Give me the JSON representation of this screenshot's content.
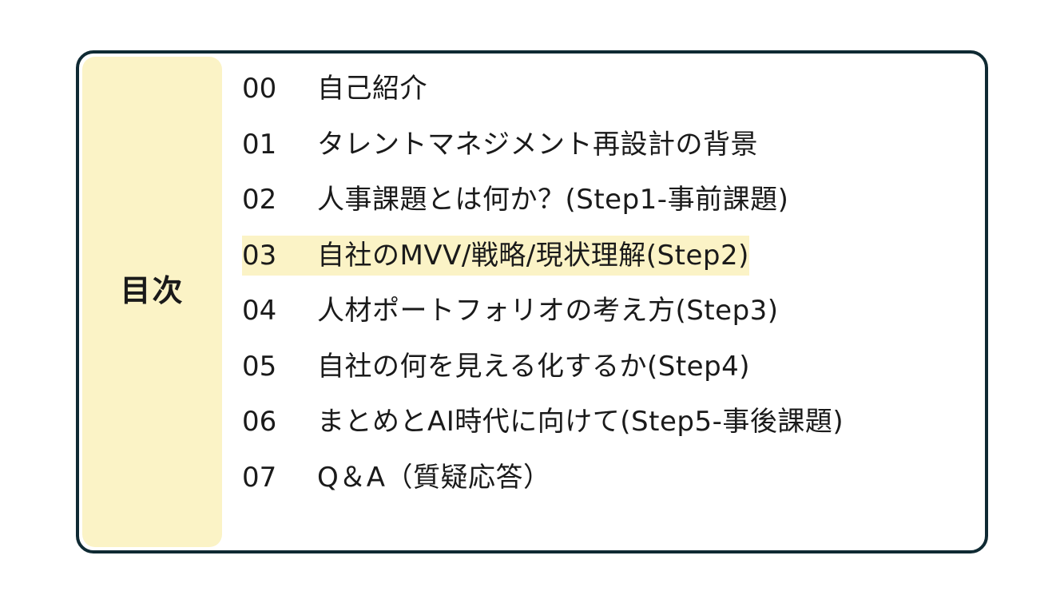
{
  "toc": {
    "heading": "目次",
    "items": [
      {
        "number": "00",
        "label": "自己紹介",
        "highlighted": false
      },
      {
        "number": "01",
        "label": "タレントマネジメント再設計の背景",
        "highlighted": false
      },
      {
        "number": "02",
        "label": "人事課題とは何か？(Step1-事前課題)",
        "highlighted": false
      },
      {
        "number": "03",
        "label": "自社のMVV/戦略/現状理解(Step2)",
        "highlighted": true
      },
      {
        "number": "04",
        "label": "人材ポートフォリオの考え方(Step3)",
        "highlighted": false
      },
      {
        "number": "05",
        "label": "自社の何を見える化するか(Step4)",
        "highlighted": false
      },
      {
        "number": "06",
        "label": "まとめとAI時代に向けて(Step5-事後課題)",
        "highlighted": false
      },
      {
        "number": "07",
        "label": "Q＆A（質疑応答）",
        "highlighted": false
      }
    ]
  },
  "colors": {
    "border": "#0f2a33",
    "highlight": "#fbf3c6",
    "text": "#1a1a1a",
    "background": "#ffffff"
  }
}
